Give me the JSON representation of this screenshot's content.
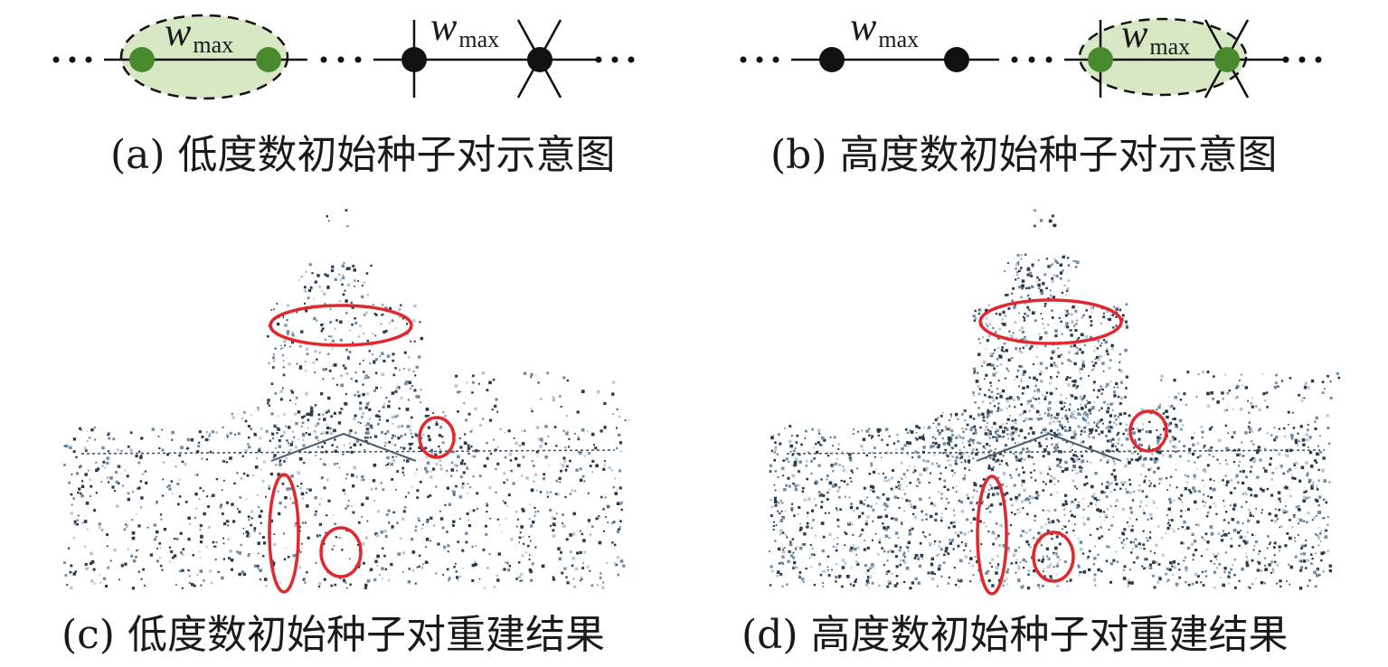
{
  "panels": [
    {
      "id": "a",
      "caption": "(a) 低度数初始种子对示意图"
    },
    {
      "id": "b",
      "caption": "(b) 高度数初始种子对示意图"
    },
    {
      "id": "c",
      "caption": "(c) 低度数初始种子对重建结果"
    },
    {
      "id": "d",
      "caption": "(d) 高度数初始种子对重建结果"
    }
  ],
  "edge_label": {
    "symbol": "w",
    "subscript": "max"
  },
  "colors": {
    "seed_node": "#4a8a2e",
    "normal_node": "#111111",
    "highlight_fill": "#d9e8c4",
    "highlight_circle": "#e0282e",
    "point_cloud": "#2a3a4a"
  }
}
